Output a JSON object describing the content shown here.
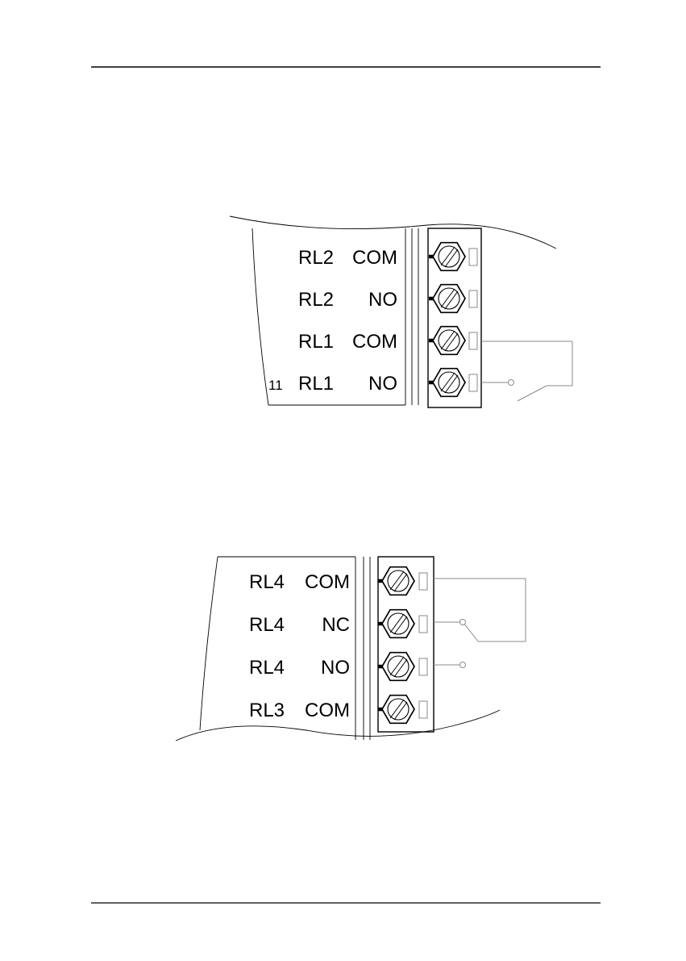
{
  "colors": {
    "ink": "#000000",
    "wire": "#8a8a8a",
    "paper": "#ffffff"
  },
  "diagrams": {
    "upper": {
      "pin_number": "11",
      "terminals": [
        {
          "relay": "RL2",
          "contact": "COM",
          "wired": false
        },
        {
          "relay": "RL2",
          "contact": "NO",
          "wired": false
        },
        {
          "relay": "RL1",
          "contact": "COM",
          "wired": true
        },
        {
          "relay": "RL1",
          "contact": "NO",
          "wired": true
        }
      ]
    },
    "lower": {
      "terminals": [
        {
          "relay": "RL4",
          "contact": "COM",
          "wired": true
        },
        {
          "relay": "RL4",
          "contact": "NC",
          "wired": true
        },
        {
          "relay": "RL4",
          "contact": "NO",
          "wired": true
        },
        {
          "relay": "RL3",
          "contact": "COM",
          "wired": false
        }
      ]
    }
  }
}
